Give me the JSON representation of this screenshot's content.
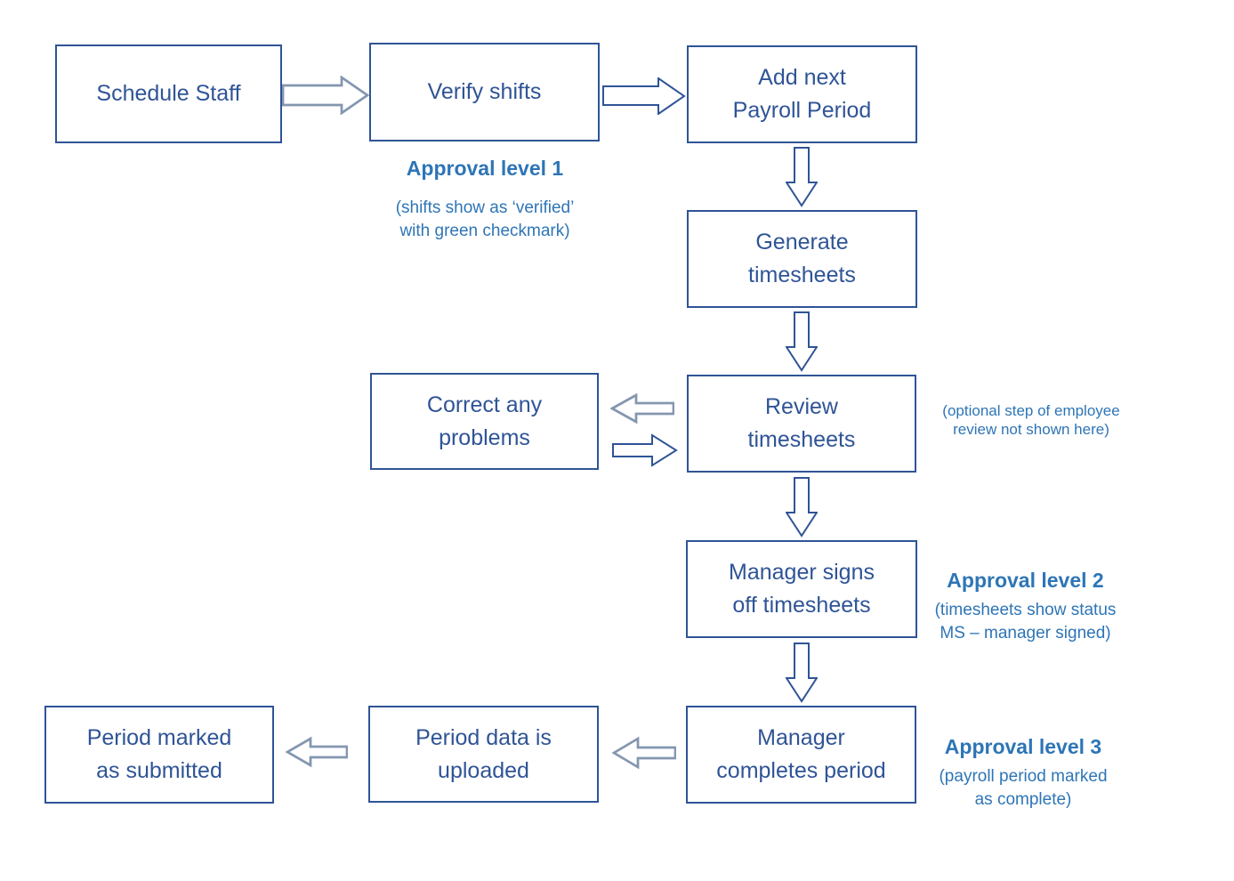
{
  "colors": {
    "background": "#FFFFFF",
    "box_border": "#2F5496",
    "box_text": "#2F5496",
    "annotation_text": "#2E75B6",
    "arrow_dark_outline": "#2F5496",
    "arrow_light_outline": "#8496B0"
  },
  "flowchart": {
    "boxes": [
      {
        "id": "schedule-staff",
        "label": "Schedule Staff"
      },
      {
        "id": "verify-shifts",
        "label": "Verify shifts"
      },
      {
        "id": "add-next-payroll-period",
        "label": "Add next\nPayroll Period"
      },
      {
        "id": "generate-timesheets",
        "label": "Generate\ntimesheets"
      },
      {
        "id": "correct-any-problems",
        "label": "Correct any\nproblems"
      },
      {
        "id": "review-timesheets",
        "label": "Review\ntimesheets"
      },
      {
        "id": "manager-signs-off-timesheets",
        "label": "Manager signs\noff timesheets"
      },
      {
        "id": "manager-completes-period",
        "label": "Manager\ncompletes period"
      },
      {
        "id": "period-data-uploaded",
        "label": "Period data is\nuploaded"
      },
      {
        "id": "period-marked-submitted",
        "label": "Period marked\nas submitted"
      }
    ],
    "annotations": {
      "approval_level_1": {
        "title": "Approval level 1",
        "note": "(shifts show as ‘verified’\nwith green checkmark)"
      },
      "optional_review": {
        "note": "(optional step of employee\nreview not shown here)"
      },
      "approval_level_2": {
        "title": "Approval level 2",
        "note": "(timesheets show status\nMS – manager signed)"
      },
      "approval_level_3": {
        "title": "Approval level 3",
        "note": "(payroll period marked\nas complete)"
      }
    },
    "arrows": [
      {
        "name": "arrow-schedule-to-verify-icon",
        "direction": "right",
        "style": "light"
      },
      {
        "name": "arrow-verify-to-payroll-icon",
        "direction": "right",
        "style": "dark"
      },
      {
        "name": "arrow-payroll-to-generate-icon",
        "direction": "down",
        "style": "dark"
      },
      {
        "name": "arrow-generate-to-review-icon",
        "direction": "down",
        "style": "dark"
      },
      {
        "name": "arrow-review-to-correct-icon",
        "direction": "left",
        "style": "light"
      },
      {
        "name": "arrow-correct-to-review-icon",
        "direction": "right",
        "style": "dark"
      },
      {
        "name": "arrow-review-to-signoff-icon",
        "direction": "down",
        "style": "dark"
      },
      {
        "name": "arrow-signoff-to-completes-icon",
        "direction": "down",
        "style": "dark"
      },
      {
        "name": "arrow-completes-to-uploaded-icon",
        "direction": "left",
        "style": "light"
      },
      {
        "name": "arrow-uploaded-to-marked-icon",
        "direction": "left",
        "style": "light"
      }
    ]
  }
}
